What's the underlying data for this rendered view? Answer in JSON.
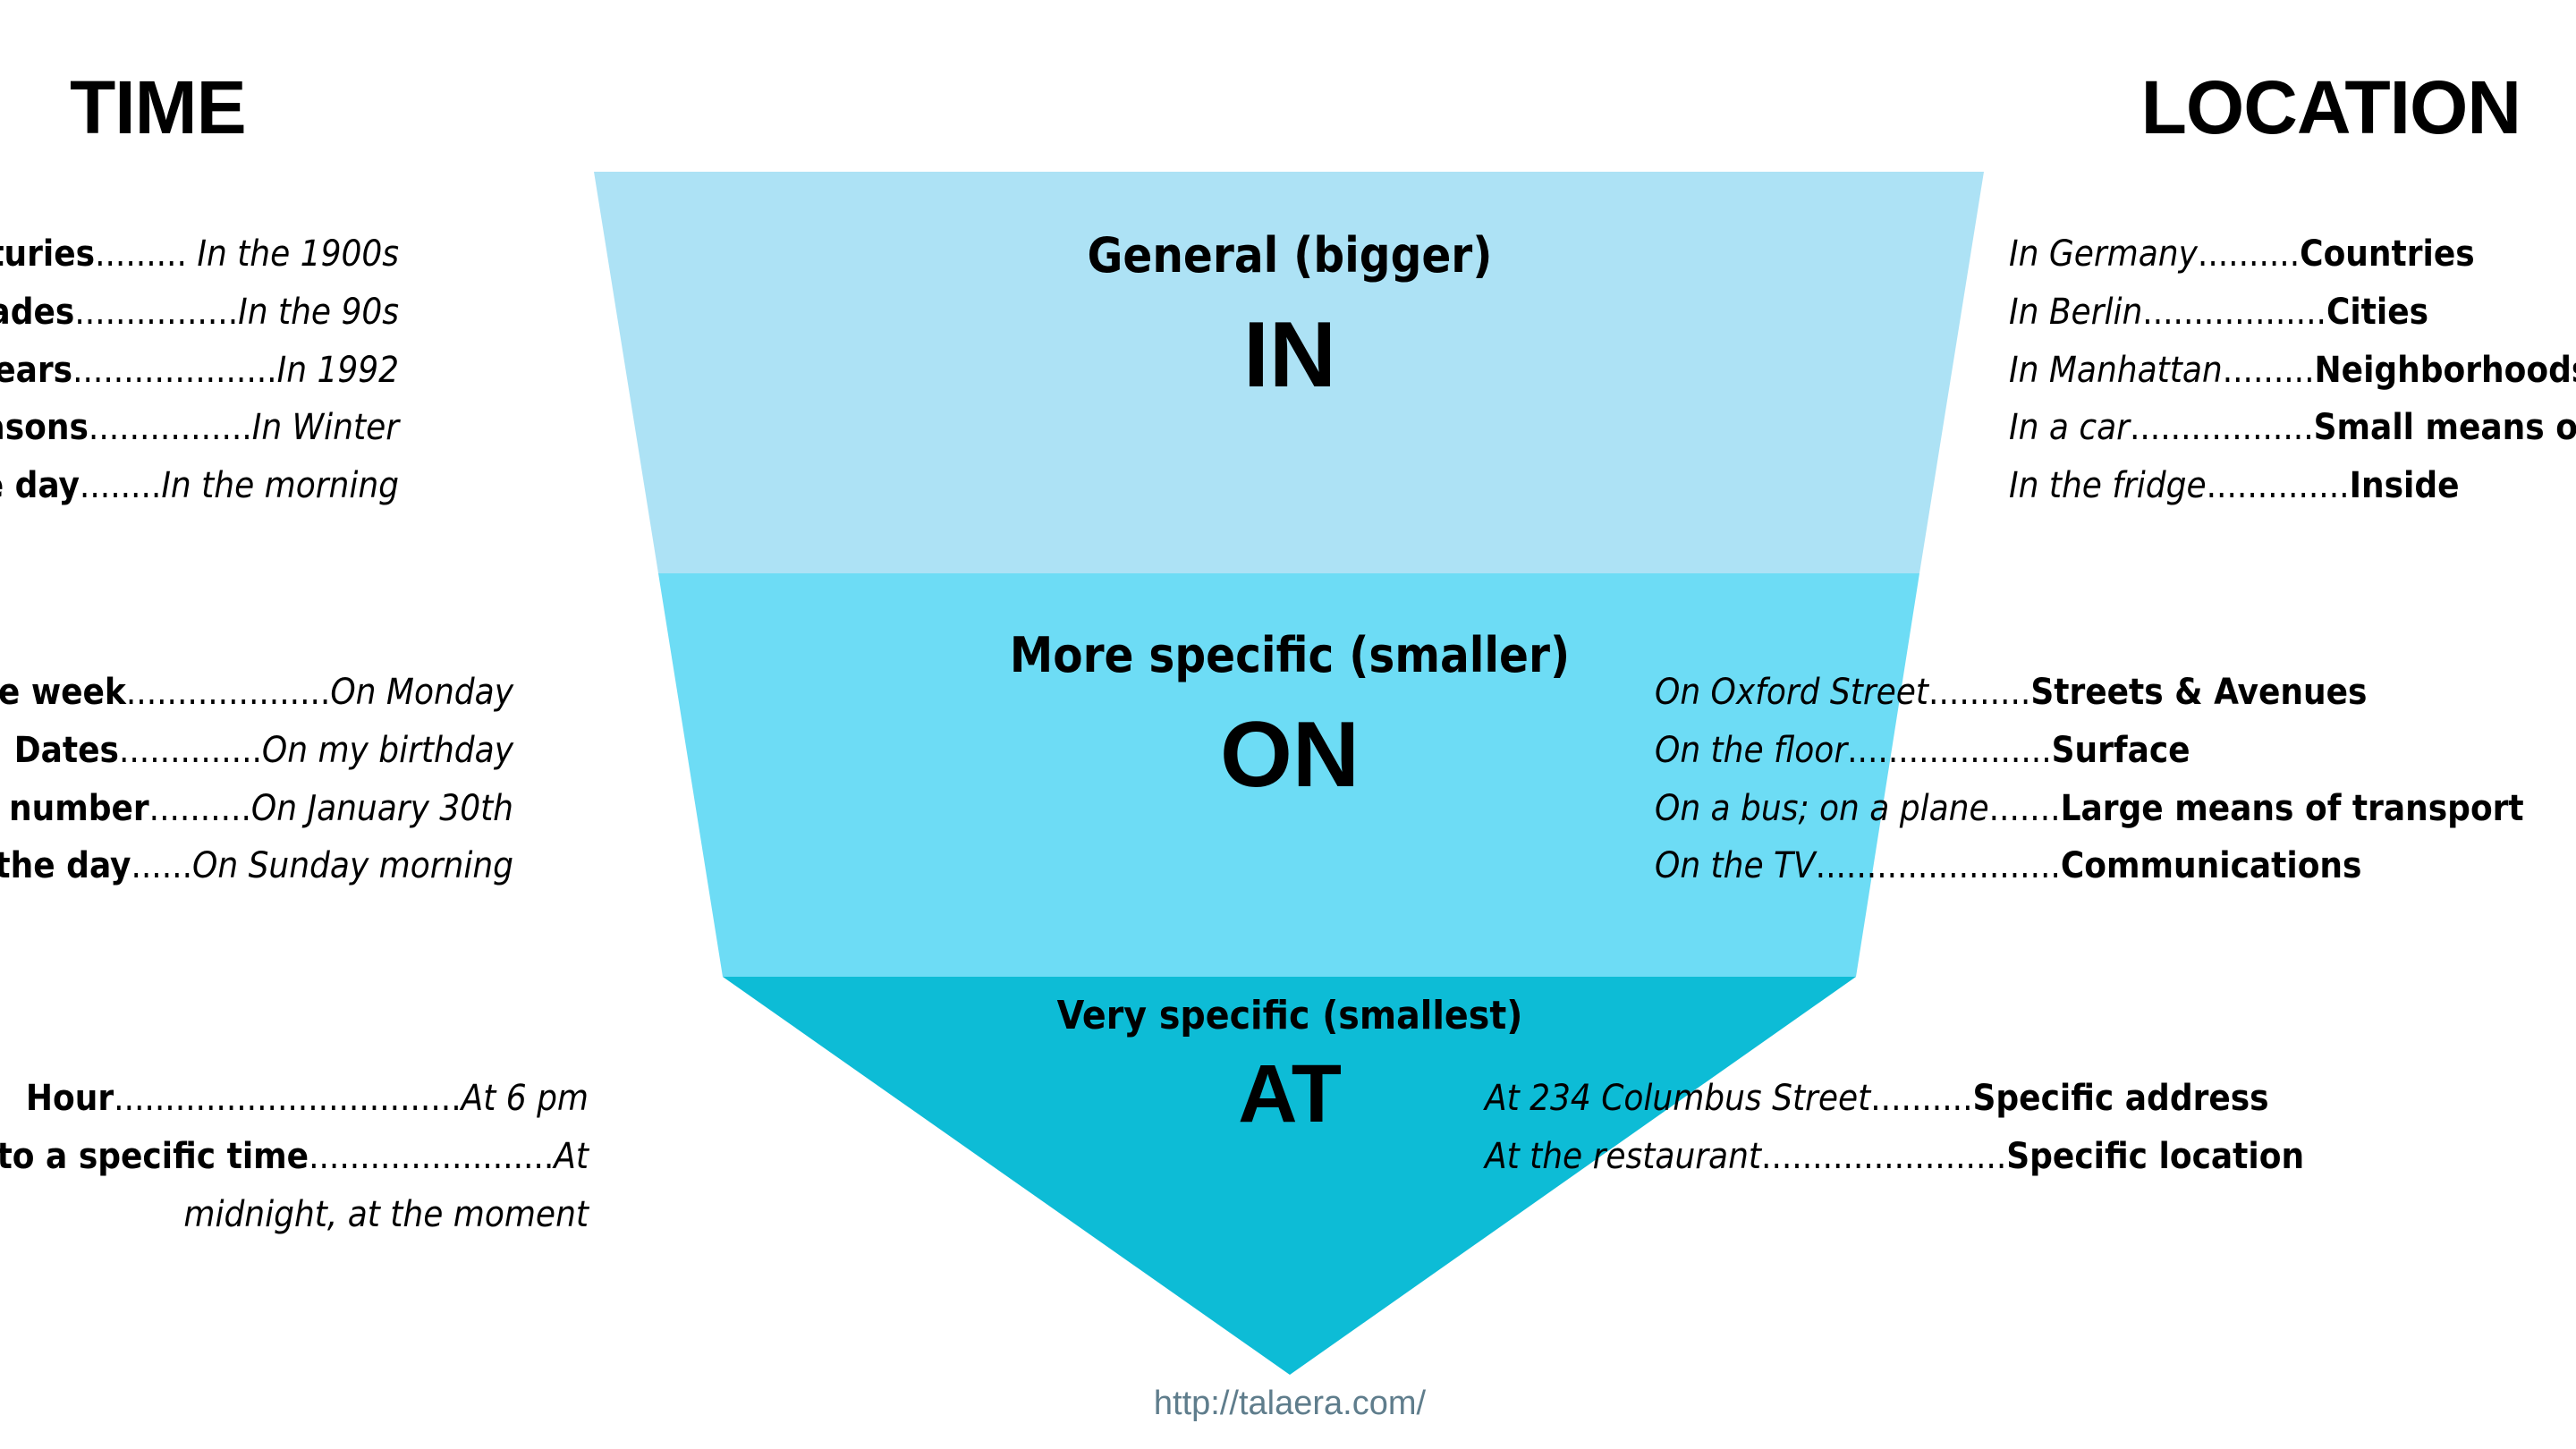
{
  "headings": {
    "time": "TIME",
    "location": "LOCATION"
  },
  "colors": {
    "band_in": "#ade2f5",
    "band_on": "#6ddcf5",
    "band_at": "#0dbcd6",
    "text": "#000000",
    "footer": "#5f7d8c",
    "background": "#ffffff"
  },
  "funnel": {
    "bands": [
      {
        "id": "in",
        "caption": "General (bigger)",
        "preposition": "IN",
        "color": "#ade2f5"
      },
      {
        "id": "on",
        "caption": "More specific (smaller)",
        "preposition": "ON",
        "color": "#6ddcf5"
      },
      {
        "id": "at",
        "caption": "Very specific (smallest)",
        "preposition": "AT",
        "color": "#0dbcd6"
      }
    ]
  },
  "time_examples": {
    "in": [
      {
        "label": "Centuries",
        "dots": ".........",
        "example": " In the 1900s"
      },
      {
        "label": "Decades",
        "dots": "................",
        "example": "In the 90s"
      },
      {
        "label": "Years",
        "dots": "....................",
        "example": "In 1992"
      },
      {
        "label": "Seasons",
        "dots": "................",
        "example": "In Winter"
      },
      {
        "label": "Parts of the day",
        "dots": "........",
        "example": "In the morning"
      }
    ],
    "on": [
      {
        "label": "Days of the week",
        "dots": "....................",
        "example": "On Monday"
      },
      {
        "label": "Dates",
        "dots": "..............",
        "example": "On my birthday"
      },
      {
        "label": "Days with a number",
        "dots": "..........",
        "example": "On January 30th"
      },
      {
        "label": "Day + part of the day",
        "dots": "......",
        "example": "On Sunday morning"
      }
    ],
    "at": [
      {
        "label": "Hour",
        "dots": "..................................",
        "example": "At 6 pm"
      },
      {
        "label": "Part of day refering to a specific time",
        "dots": "........................",
        "example": "At midnight, at the moment"
      }
    ]
  },
  "location_examples": {
    "in": [
      {
        "example": "In Germany",
        "dots": "..........",
        "label": "Countries"
      },
      {
        "example": "In Berlin",
        "dots": "..................",
        "label": "Cities"
      },
      {
        "example": "In Manhattan",
        "dots": ".........",
        "label": "Neighborhoods"
      },
      {
        "example": "In a car",
        "dots": "..................",
        "label": "Small means of transport"
      },
      {
        "example": "In the fridge",
        "dots": "..............",
        "label": "Inside"
      }
    ],
    "on": [
      {
        "example": "On Oxford Street",
        "dots": "..........",
        "label": "Streets & Avenues"
      },
      {
        "example": "On the floor",
        "dots": "....................",
        "label": "Surface"
      },
      {
        "example": "On a bus; on a plane",
        "dots": ".......",
        "label": "Large means of transport"
      },
      {
        "example": "On the TV",
        "dots": "........................",
        "label": "Communications"
      }
    ],
    "at": [
      {
        "example": "At 234 Columbus Street",
        "dots": "..........",
        "label": "Specific address"
      },
      {
        "example": "At the restaurant",
        "dots": "........................",
        "label": "Specific location"
      }
    ]
  },
  "footer": {
    "url": "http://talaera.com/"
  }
}
